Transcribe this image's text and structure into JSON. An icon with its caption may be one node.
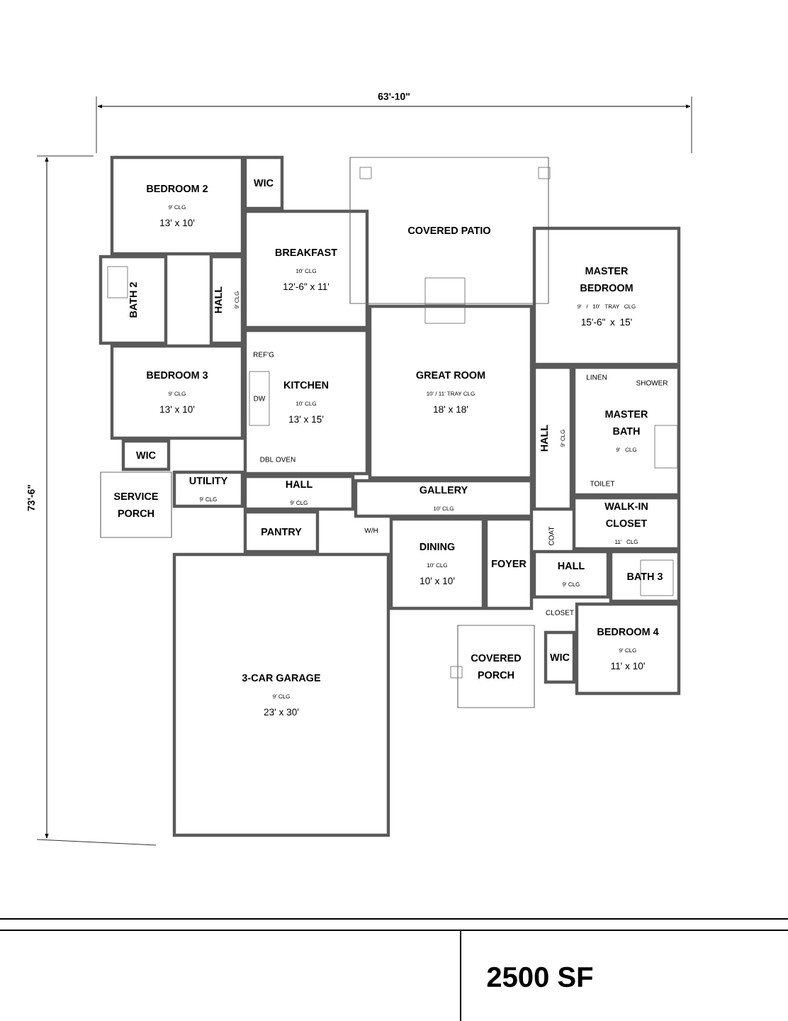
{
  "diagram": {
    "nodes": [
      {
        "text": [
          "BEDROOM 2",
          "9' CLG",
          "13' x 10'"
        ]
      },
      {
        "text": [
          "WIC"
        ]
      },
      {
        "text": [
          "BREAKFAST",
          "10' CLG",
          "12'-6\" x 11'"
        ]
      },
      {
        "text": [
          "COVERED PATIO"
        ]
      },
      {
        "text": [
          "BATH 2"
        ]
      },
      {
        "text": [
          "HALL",
          "9' CLG"
        ]
      },
      {
        "text": [
          "BEDROOM 3",
          "9' CLG",
          "13' x 10'"
        ]
      },
      {
        "text": [
          "MASTER BEDROOM",
          "9' / 10' TRAY CLG",
          "15'-6\" x 15'"
        ]
      },
      {
        "text": [
          "GREAT ROOM",
          "10' / 11' TRAY CLG",
          "18' x 18'"
        ]
      },
      {
        "text": [
          "KITCHEN",
          "10' CLG",
          "13' x 15'"
        ]
      },
      {
        "text": [
          "WIC"
        ]
      },
      {
        "text": [
          "MASTER BATH",
          "9' CLG"
        ]
      },
      {
        "text": [
          "HALL",
          "9' CLG"
        ]
      },
      {
        "text": [
          "SERVICE PORCH"
        ]
      },
      {
        "text": [
          "UTILITY",
          "9' CLG"
        ]
      },
      {
        "text": [
          "HALL",
          "9' CLG"
        ]
      },
      {
        "text": [
          "GALLERY",
          "10' CLG"
        ]
      },
      {
        "text": [
          "WALK-IN CLOSET",
          "11' CLG"
        ]
      },
      {
        "text": [
          "PANTRY"
        ]
      },
      {
        "text": [
          "DINING",
          "10' CLG",
          "10' x 10'"
        ]
      },
      {
        "text": [
          "FOYER"
        ]
      },
      {
        "text": [
          "HALL",
          "9' CLG"
        ]
      },
      {
        "text": [
          "BATH 3"
        ]
      },
      {
        "text": [
          "3-CAR GARAGE",
          "9' CLG",
          "23' x 30'"
        ]
      },
      {
        "text": [
          "COVERED PORCH"
        ]
      },
      {
        "text": [
          "WIC"
        ]
      },
      {
        "text": [
          "BEDROOM 4",
          "9' CLG",
          "11' x 10'"
        ]
      }
    ],
    "labels": [
      "63'-10\"",
      "73'-6\"",
      "REF'G",
      "DW",
      "DBL OVEN",
      "LINEN",
      "SHOWER",
      "TOILET",
      "W/H",
      "COAT",
      "CLOSET",
      "2500 SF"
    ]
  }
}
